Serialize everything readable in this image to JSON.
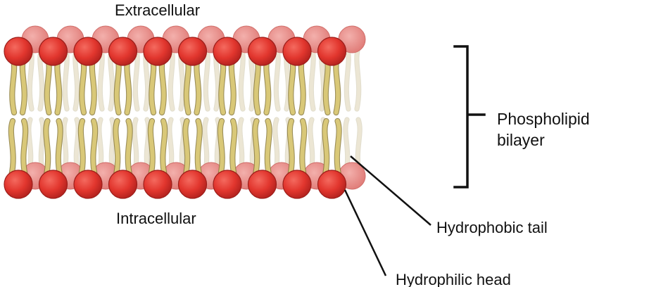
{
  "labels": {
    "extracellular": "Extracellular",
    "intracellular": "Intracellular",
    "bilayer_line1": "Phospholipid",
    "bilayer_line2": "bilayer",
    "tail": "Hydrophobic tail",
    "head": "Hydrophilic head"
  },
  "colors": {
    "head_front": "#e63c34",
    "head_back": "#e88a88",
    "tail_front": "#d9c878",
    "tail_back": "#ece6d4",
    "line": "#111111",
    "text": "#111111"
  }
}
